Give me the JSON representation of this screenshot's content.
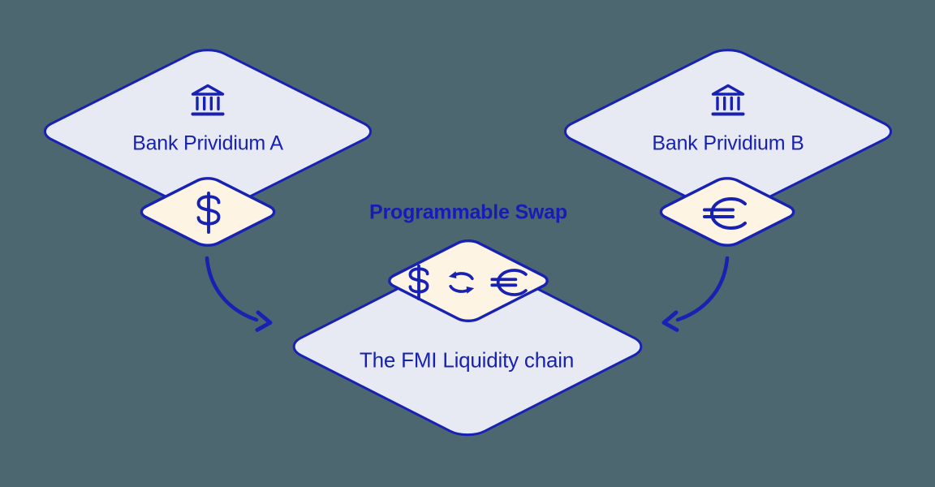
{
  "diagram": {
    "background_color": "#4d6770",
    "accent_color": "#1822b2",
    "node_fill_color": "#e7e9f3",
    "token_fill_color": "#fdf4e3",
    "nodes": {
      "bank_a": {
        "label": "Bank Prividium A",
        "icon": "bank-icon"
      },
      "bank_b": {
        "label": "Bank Prividium B",
        "icon": "bank-icon"
      },
      "token_dollar": {
        "symbol": "$",
        "icon": "dollar-icon"
      },
      "token_euro": {
        "symbol": "€",
        "icon": "euro-icon"
      },
      "swap": {
        "title": "Programmable Swap",
        "symbols": "$ ⇄ €",
        "icons": [
          "dollar-icon",
          "swap-cycle-icon",
          "euro-icon"
        ]
      },
      "fmi": {
        "label": "The FMI Liquidity chain"
      }
    },
    "edges": [
      {
        "from": "token_dollar",
        "to": "fmi"
      },
      {
        "from": "token_euro",
        "to": "fmi"
      }
    ]
  }
}
